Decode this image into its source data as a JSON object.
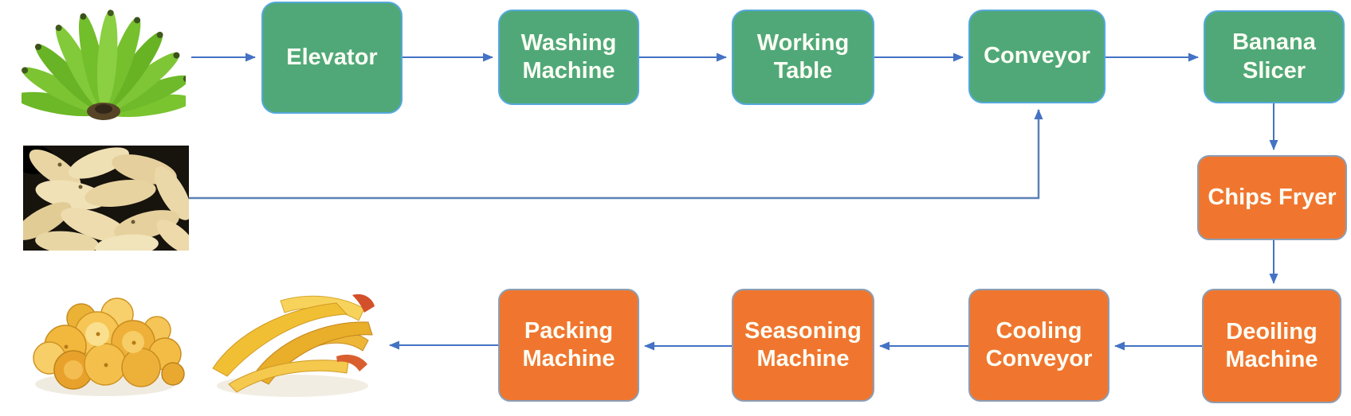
{
  "diagram_type": "process-flowchart",
  "subject": "Banana chips production line",
  "nodes": [
    {
      "id": "elevator",
      "label": "Elevator",
      "group": "green"
    },
    {
      "id": "washing-machine",
      "label": "Washing Machine",
      "group": "green"
    },
    {
      "id": "working-table",
      "label": "Working Table",
      "group": "green"
    },
    {
      "id": "conveyor",
      "label": "Conveyor",
      "group": "green"
    },
    {
      "id": "banana-slicer",
      "label": "Banana Slicer",
      "group": "green"
    },
    {
      "id": "chips-fryer",
      "label": "Chips Fryer",
      "group": "orange"
    },
    {
      "id": "deoiling-machine",
      "label": "Deoiling Machine",
      "group": "orange"
    },
    {
      "id": "cooling-conveyor",
      "label": "Cooling Conveyor",
      "group": "orange"
    },
    {
      "id": "seasoning-machine",
      "label": "Seasoning Machine",
      "group": "orange"
    },
    {
      "id": "packing-machine",
      "label": "Packing Machine",
      "group": "orange"
    }
  ],
  "edges": [
    {
      "from": "green-bananas-photo",
      "to": "elevator"
    },
    {
      "from": "elevator",
      "to": "washing-machine"
    },
    {
      "from": "washing-machine",
      "to": "working-table"
    },
    {
      "from": "working-table",
      "to": "conveyor"
    },
    {
      "from": "peeled-bananas-photo",
      "to": "conveyor"
    },
    {
      "from": "conveyor",
      "to": "banana-slicer"
    },
    {
      "from": "banana-slicer",
      "to": "chips-fryer"
    },
    {
      "from": "chips-fryer",
      "to": "deoiling-machine"
    },
    {
      "from": "deoiling-machine",
      "to": "cooling-conveyor"
    },
    {
      "from": "cooling-conveyor",
      "to": "seasoning-machine"
    },
    {
      "from": "seasoning-machine",
      "to": "packing-machine"
    },
    {
      "from": "packing-machine",
      "to": "banana-chip-strips-photo"
    }
  ],
  "photos": [
    {
      "name": "green-bananas-photo",
      "depicts": "bunch of raw green bananas"
    },
    {
      "name": "peeled-bananas-photo",
      "depicts": "peeled bananas on dark background"
    },
    {
      "name": "banana-chips-photo",
      "depicts": "pile of round fried banana chips"
    },
    {
      "name": "banana-chip-strips-photo",
      "depicts": "long banana chip strips"
    }
  ],
  "colors": {
    "node_green": "#50a878",
    "node_green_border": "#55a8dc",
    "node_orange": "#f0762f",
    "node_orange_border": "#8c9eb4",
    "arrow": "#4472c4",
    "elbow_line": "#5b82b5",
    "label_text": "#fdfef5",
    "background": "#ffffff"
  }
}
